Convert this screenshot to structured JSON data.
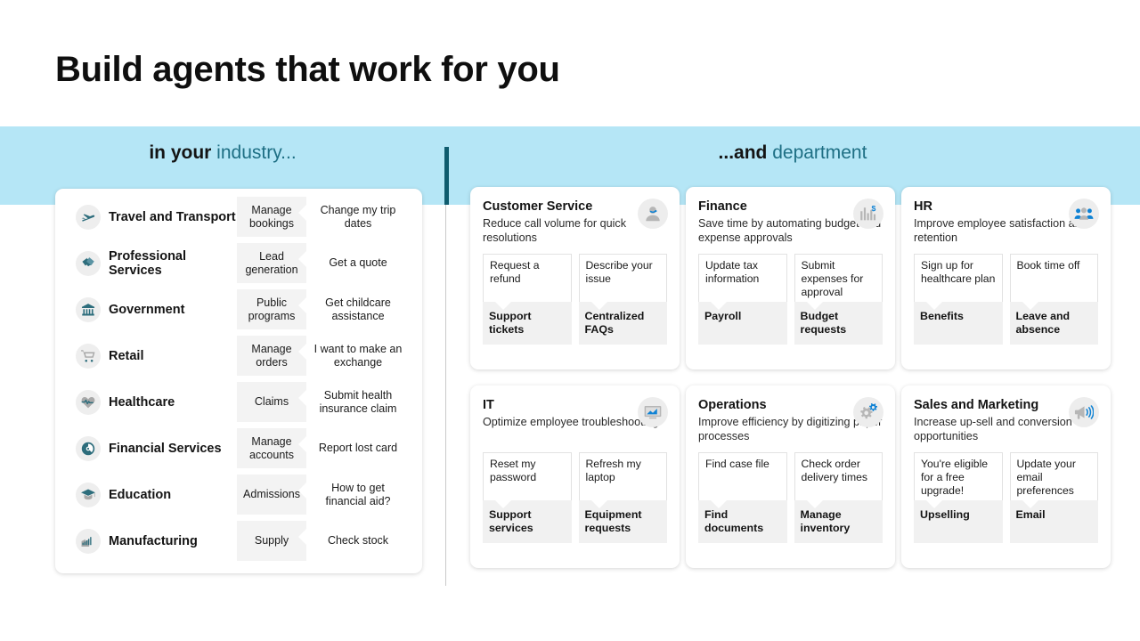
{
  "title": "Build agents that work for you",
  "banner": {
    "left_prefix": "in your ",
    "left_accent": "industry...",
    "right_prefix": "...and ",
    "right_accent": "department"
  },
  "industries": [
    {
      "icon": "airplane-icon",
      "name": "Travel and Transport",
      "capability": "Manage bookings",
      "example": "Change my trip dates"
    },
    {
      "icon": "handshake-icon",
      "name": "Professional Services",
      "capability": "Lead generation",
      "example": "Get a quote"
    },
    {
      "icon": "bank-icon",
      "name": "Government",
      "capability": "Public programs",
      "example": "Get childcare assistance"
    },
    {
      "icon": "shopping-cart-icon",
      "name": "Retail",
      "capability": "Manage orders",
      "example": "I want to make an exchange"
    },
    {
      "icon": "heartbeat-icon",
      "name": "Healthcare",
      "capability": "Claims",
      "example": "Submit health insurance claim"
    },
    {
      "icon": "finance-circle-icon",
      "name": "Financial Services",
      "capability": "Manage accounts",
      "example": "Report lost card"
    },
    {
      "icon": "graduation-cap-icon",
      "name": "Education",
      "capability": "Admissions",
      "example": "How to get financial aid?"
    },
    {
      "icon": "factory-icon",
      "name": "Manufacturing",
      "capability": "Supply",
      "example": "Check stock"
    }
  ],
  "departments": [
    {
      "icon": "headset-person-icon",
      "title": "Customer Service",
      "description": "Reduce call volume for quick resolutions",
      "items": [
        {
          "example": "Request a refund",
          "capability": "Support tickets"
        },
        {
          "example": "Describe your issue",
          "capability": "Centralized FAQs"
        }
      ]
    },
    {
      "icon": "bar-chart-dollar-icon",
      "title": "Finance",
      "description": "Save time by automating budget and expense approvals",
      "items": [
        {
          "example": "Update tax information",
          "capability": "Payroll"
        },
        {
          "example": "Submit expenses for approval",
          "capability": "Budget requests"
        }
      ]
    },
    {
      "icon": "people-group-icon",
      "title": "HR",
      "description": "Improve employee satisfaction and retention",
      "items": [
        {
          "example": "Sign up for healthcare plan",
          "capability": "Benefits"
        },
        {
          "example": "Book time off",
          "capability": "Leave and absence"
        }
      ]
    },
    {
      "icon": "monitor-chart-icon",
      "title": "IT",
      "description": "Optimize employee troubleshooting",
      "items": [
        {
          "example": "Reset my password",
          "capability": "Support services"
        },
        {
          "example": "Refresh my laptop",
          "capability": "Equipment requests"
        }
      ]
    },
    {
      "icon": "gears-icon",
      "title": "Operations",
      "description": "Improve efficiency by digitizing paper processes",
      "items": [
        {
          "example": "Find case file",
          "capability": "Find documents"
        },
        {
          "example": "Check order delivery times",
          "capability": "Manage inventory"
        }
      ]
    },
    {
      "icon": "megaphone-icon",
      "title": "Sales and Marketing",
      "description": "Increase up-sell and conversion opportunities",
      "items": [
        {
          "example": "You're eligible for a free upgrade!",
          "capability": "Upselling"
        },
        {
          "example": "Update your email preferences",
          "capability": "Email"
        }
      ]
    }
  ],
  "colors": {
    "banner": "#b5e6f6",
    "accent_teal": "#1e6f84",
    "divider": "#0f5c6e",
    "icon_teal": "#2d6d7c",
    "icon_blue": "#0f82d4"
  }
}
